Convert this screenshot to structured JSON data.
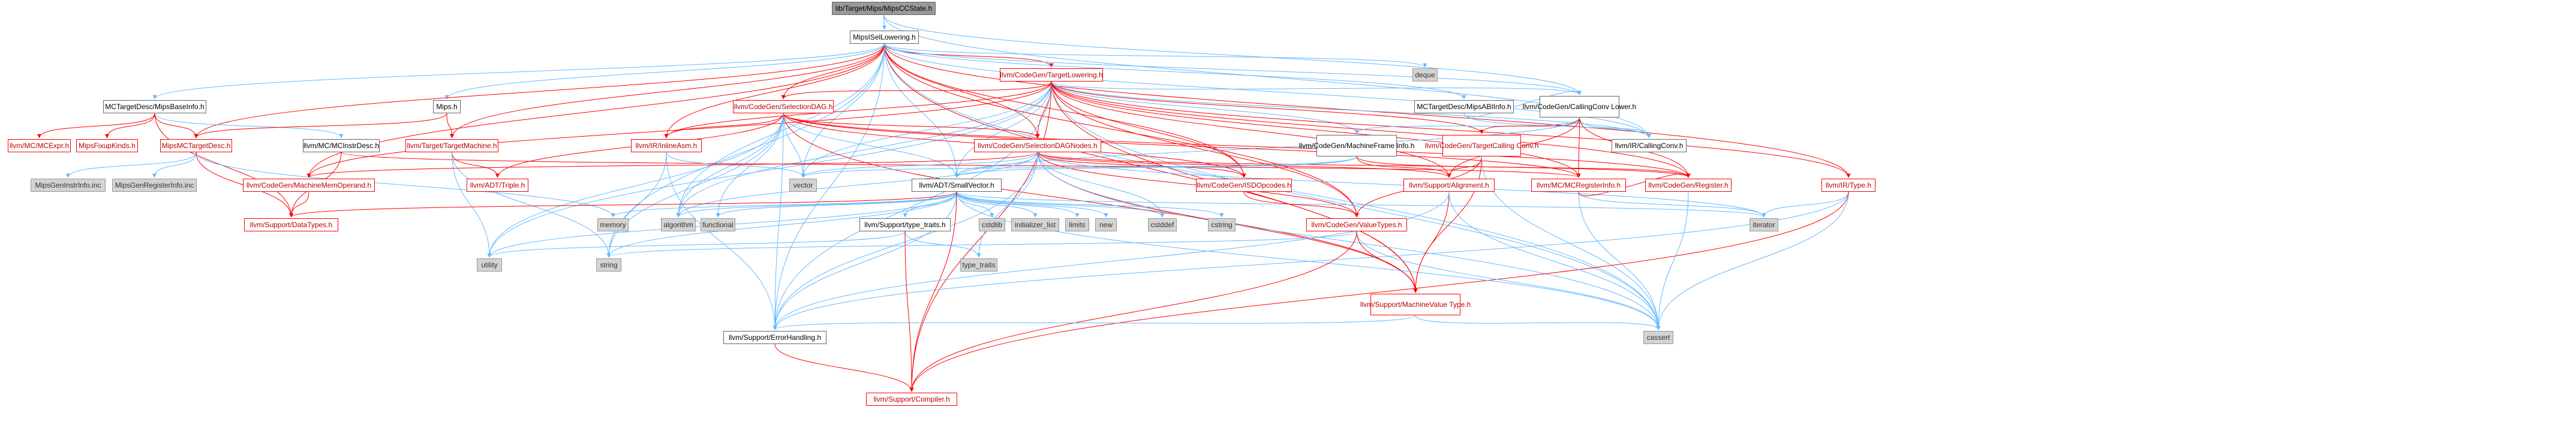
{
  "diagram": {
    "root": "lib/Target/Mips/MipsCCState.h",
    "colors": {
      "edge_blue": "#63b8ff",
      "edge_red": "#ff0000",
      "edge_gray": "#999999",
      "node_border": "#666666",
      "node_link_red": "#ff0000",
      "node_external_fill": "#d3d3d3",
      "root_fill": "#999999"
    },
    "nodes": [
      {
        "id": "n0",
        "label": "lib/Target/Mips/MipsCCState.h"
      },
      {
        "id": "n1",
        "label": "MipsISelLowering.h"
      },
      {
        "id": "n2",
        "label": "MCTargetDesc/MipsBaseInfo.h"
      },
      {
        "id": "n3",
        "label": "Mips.h"
      },
      {
        "id": "n4",
        "label": "llvm/CodeGen/TargetLowering.h"
      },
      {
        "id": "n5",
        "label": "deque"
      },
      {
        "id": "n6",
        "label": "MCTargetDesc/MipsABIInfo.h"
      },
      {
        "id": "n7",
        "label": "llvm/CodeGen/CallingConv Lower.h"
      },
      {
        "id": "n8",
        "label": "llvm/MC/MCExpr.h"
      },
      {
        "id": "n9",
        "label": "MipsFixupKinds.h"
      },
      {
        "id": "n10",
        "label": "MipsMCTargetDesc.h"
      },
      {
        "id": "n11",
        "label": "llvm/MC/MCInstrDesc.h"
      },
      {
        "id": "n12",
        "label": "llvm/Target/TargetMachine.h"
      },
      {
        "id": "n13",
        "label": "llvm/CodeGen/SelectionDAG.h"
      },
      {
        "id": "n14",
        "label": "llvm/IR/InlineAsm.h"
      },
      {
        "id": "n15",
        "label": "llvm/CodeGen/SelectionDAGNodes.h"
      },
      {
        "id": "n16",
        "label": "llvm/CodeGen/MachineFrame Info.h"
      },
      {
        "id": "n17",
        "label": "llvm/CodeGen/TargetCalling Conv.h"
      },
      {
        "id": "n18",
        "label": "llvm/IR/CallingConv.h"
      },
      {
        "id": "n19",
        "label": "llvm/IR/Type.h"
      },
      {
        "id": "n20",
        "label": "MipsGenInstrInfo.inc"
      },
      {
        "id": "n21",
        "label": "MipsGenRegisterInfo.inc"
      },
      {
        "id": "n22",
        "label": "llvm/CodeGen/MachineMemOperand.h"
      },
      {
        "id": "n23",
        "label": "llvm/ADT/Triple.h"
      },
      {
        "id": "n24",
        "label": "vector"
      },
      {
        "id": "n25",
        "label": "llvm/ADT/SmallVector.h"
      },
      {
        "id": "n26",
        "label": "llvm/CodeGen/ISDOpcodes.h"
      },
      {
        "id": "n27",
        "label": "llvm/Support/Alignment.h"
      },
      {
        "id": "n28",
        "label": "llvm/MC/MCRegisterInfo.h"
      },
      {
        "id": "n29",
        "label": "llvm/CodeGen/Register.h"
      },
      {
        "id": "n30",
        "label": "llvm/Support/DataTypes.h"
      },
      {
        "id": "n31",
        "label": "memory"
      },
      {
        "id": "n32",
        "label": "algorithm"
      },
      {
        "id": "n33",
        "label": "functional"
      },
      {
        "id": "n34",
        "label": "llvm/Support/type_traits.h"
      },
      {
        "id": "n35",
        "label": "cstdlib"
      },
      {
        "id": "n36",
        "label": "initializer_list"
      },
      {
        "id": "n37",
        "label": "limits"
      },
      {
        "id": "n38",
        "label": "new"
      },
      {
        "id": "n39",
        "label": "cstddef"
      },
      {
        "id": "n40",
        "label": "cstring"
      },
      {
        "id": "n41",
        "label": "llvm/CodeGen/ValueTypes.h"
      },
      {
        "id": "n42",
        "label": "iterator"
      },
      {
        "id": "n43",
        "label": "utility"
      },
      {
        "id": "n44",
        "label": "string"
      },
      {
        "id": "n45",
        "label": "type_traits"
      },
      {
        "id": "n46",
        "label": "llvm/Support/MachineValue Type.h"
      },
      {
        "id": "n47",
        "label": "cassert"
      },
      {
        "id": "n48",
        "label": "llvm/Support/ErrorHandling.h"
      },
      {
        "id": "n49",
        "label": "llvm/Support/Compiler.h"
      }
    ],
    "edges": [
      [
        "n0",
        "n1"
      ],
      [
        "n0",
        "n7"
      ],
      [
        "n0",
        "n18"
      ],
      [
        "n1",
        "n2"
      ],
      [
        "n1",
        "n3"
      ],
      [
        "n1",
        "n4"
      ],
      [
        "n1",
        "n5"
      ],
      [
        "n1",
        "n6"
      ],
      [
        "n1",
        "n7"
      ],
      [
        "n1",
        "n10"
      ],
      [
        "n1",
        "n12"
      ],
      [
        "n1",
        "n13"
      ],
      [
        "n1",
        "n14"
      ],
      [
        "n1",
        "n15"
      ],
      [
        "n1",
        "n18"
      ],
      [
        "n1",
        "n19"
      ],
      [
        "n1",
        "n22"
      ],
      [
        "n1",
        "n24"
      ],
      [
        "n1",
        "n25"
      ],
      [
        "n1",
        "n26"
      ],
      [
        "n1",
        "n32"
      ],
      [
        "n1",
        "n41"
      ],
      [
        "n1",
        "n44"
      ],
      [
        "n1",
        "n46"
      ],
      [
        "n1",
        "n47"
      ],
      [
        "n1",
        "n48"
      ],
      [
        "n2",
        "n8"
      ],
      [
        "n2",
        "n9"
      ],
      [
        "n2",
        "n10"
      ],
      [
        "n2",
        "n11"
      ],
      [
        "n2",
        "n30"
      ],
      [
        "n3",
        "n10"
      ],
      [
        "n3",
        "n12"
      ],
      [
        "n4",
        "n7"
      ],
      [
        "n4",
        "n13"
      ],
      [
        "n4",
        "n14"
      ],
      [
        "n4",
        "n15"
      ],
      [
        "n4",
        "n16"
      ],
      [
        "n4",
        "n17"
      ],
      [
        "n4",
        "n18"
      ],
      [
        "n4",
        "n19"
      ],
      [
        "n4",
        "n22"
      ],
      [
        "n4",
        "n24"
      ],
      [
        "n4",
        "n25"
      ],
      [
        "n4",
        "n26"
      ],
      [
        "n4",
        "n27"
      ],
      [
        "n4",
        "n28"
      ],
      [
        "n4",
        "n29"
      ],
      [
        "n4",
        "n32"
      ],
      [
        "n4",
        "n41"
      ],
      [
        "n4",
        "n43"
      ],
      [
        "n4",
        "n46"
      ],
      [
        "n4",
        "n47"
      ],
      [
        "n4",
        "n48"
      ],
      [
        "n4",
        "n49"
      ],
      [
        "n6",
        "n7"
      ],
      [
        "n6",
        "n18"
      ],
      [
        "n7",
        "n16"
      ],
      [
        "n7",
        "n17"
      ],
      [
        "n7",
        "n18"
      ],
      [
        "n7",
        "n27"
      ],
      [
        "n7",
        "n28"
      ],
      [
        "n7",
        "n29"
      ],
      [
        "n7",
        "n25"
      ],
      [
        "n10",
        "n20"
      ],
      [
        "n10",
        "n21"
      ],
      [
        "n10",
        "n31"
      ],
      [
        "n10",
        "n30"
      ],
      [
        "n11",
        "n30"
      ],
      [
        "n11",
        "n28"
      ],
      [
        "n12",
        "n23"
      ],
      [
        "n12",
        "n43"
      ],
      [
        "n12",
        "n44"
      ],
      [
        "n13",
        "n14"
      ],
      [
        "n13",
        "n15"
      ],
      [
        "n13",
        "n23"
      ],
      [
        "n13",
        "n24"
      ],
      [
        "n13",
        "n25"
      ],
      [
        "n13",
        "n26"
      ],
      [
        "n13",
        "n28"
      ],
      [
        "n13",
        "n29"
      ],
      [
        "n13",
        "n32"
      ],
      [
        "n13",
        "n33"
      ],
      [
        "n13",
        "n43"
      ],
      [
        "n13",
        "n44"
      ],
      [
        "n13",
        "n46"
      ],
      [
        "n13",
        "n48"
      ],
      [
        "n14",
        "n24"
      ],
      [
        "n14",
        "n44"
      ],
      [
        "n14",
        "n48"
      ],
      [
        "n15",
        "n22"
      ],
      [
        "n15",
        "n24"
      ],
      [
        "n15",
        "n25"
      ],
      [
        "n15",
        "n26"
      ],
      [
        "n15",
        "n27"
      ],
      [
        "n15",
        "n29"
      ],
      [
        "n15",
        "n32"
      ],
      [
        "n15",
        "n39"
      ],
      [
        "n15",
        "n41"
      ],
      [
        "n15",
        "n42"
      ],
      [
        "n15",
        "n45"
      ],
      [
        "n15",
        "n46"
      ],
      [
        "n15",
        "n47"
      ],
      [
        "n15",
        "n48"
      ],
      [
        "n16",
        "n25"
      ],
      [
        "n16",
        "n27"
      ],
      [
        "n16",
        "n29"
      ],
      [
        "n16",
        "n24"
      ],
      [
        "n17",
        "n27"
      ],
      [
        "n17",
        "n41"
      ],
      [
        "n17",
        "n46"
      ],
      [
        "n17",
        "n47"
      ],
      [
        "n19",
        "n42"
      ],
      [
        "n19",
        "n47"
      ],
      [
        "n19",
        "n48"
      ],
      [
        "n19",
        "n49"
      ],
      [
        "n22",
        "n30"
      ],
      [
        "n25",
        "n30"
      ],
      [
        "n25",
        "n31"
      ],
      [
        "n25",
        "n32"
      ],
      [
        "n25",
        "n33"
      ],
      [
        "n25",
        "n34"
      ],
      [
        "n25",
        "n35"
      ],
      [
        "n25",
        "n36"
      ],
      [
        "n25",
        "n37"
      ],
      [
        "n25",
        "n38"
      ],
      [
        "n25",
        "n39"
      ],
      [
        "n25",
        "n40"
      ],
      [
        "n25",
        "n42"
      ],
      [
        "n25",
        "n43"
      ],
      [
        "n25",
        "n44"
      ],
      [
        "n25",
        "n47"
      ],
      [
        "n25",
        "n48"
      ],
      [
        "n25",
        "n49"
      ],
      [
        "n26",
        "n41"
      ],
      [
        "n27",
        "n46"
      ],
      [
        "n27",
        "n47"
      ],
      [
        "n27",
        "n48"
      ],
      [
        "n28",
        "n42"
      ],
      [
        "n28",
        "n47"
      ],
      [
        "n28",
        "n29"
      ],
      [
        "n29",
        "n47"
      ],
      [
        "n34",
        "n43"
      ],
      [
        "n34",
        "n45"
      ],
      [
        "n34",
        "n49"
      ],
      [
        "n41",
        "n46"
      ],
      [
        "n41",
        "n44"
      ],
      [
        "n41",
        "n47"
      ],
      [
        "n41",
        "n49"
      ],
      [
        "n46",
        "n47"
      ],
      [
        "n46",
        "n48"
      ],
      [
        "n48",
        "n49"
      ]
    ]
  }
}
